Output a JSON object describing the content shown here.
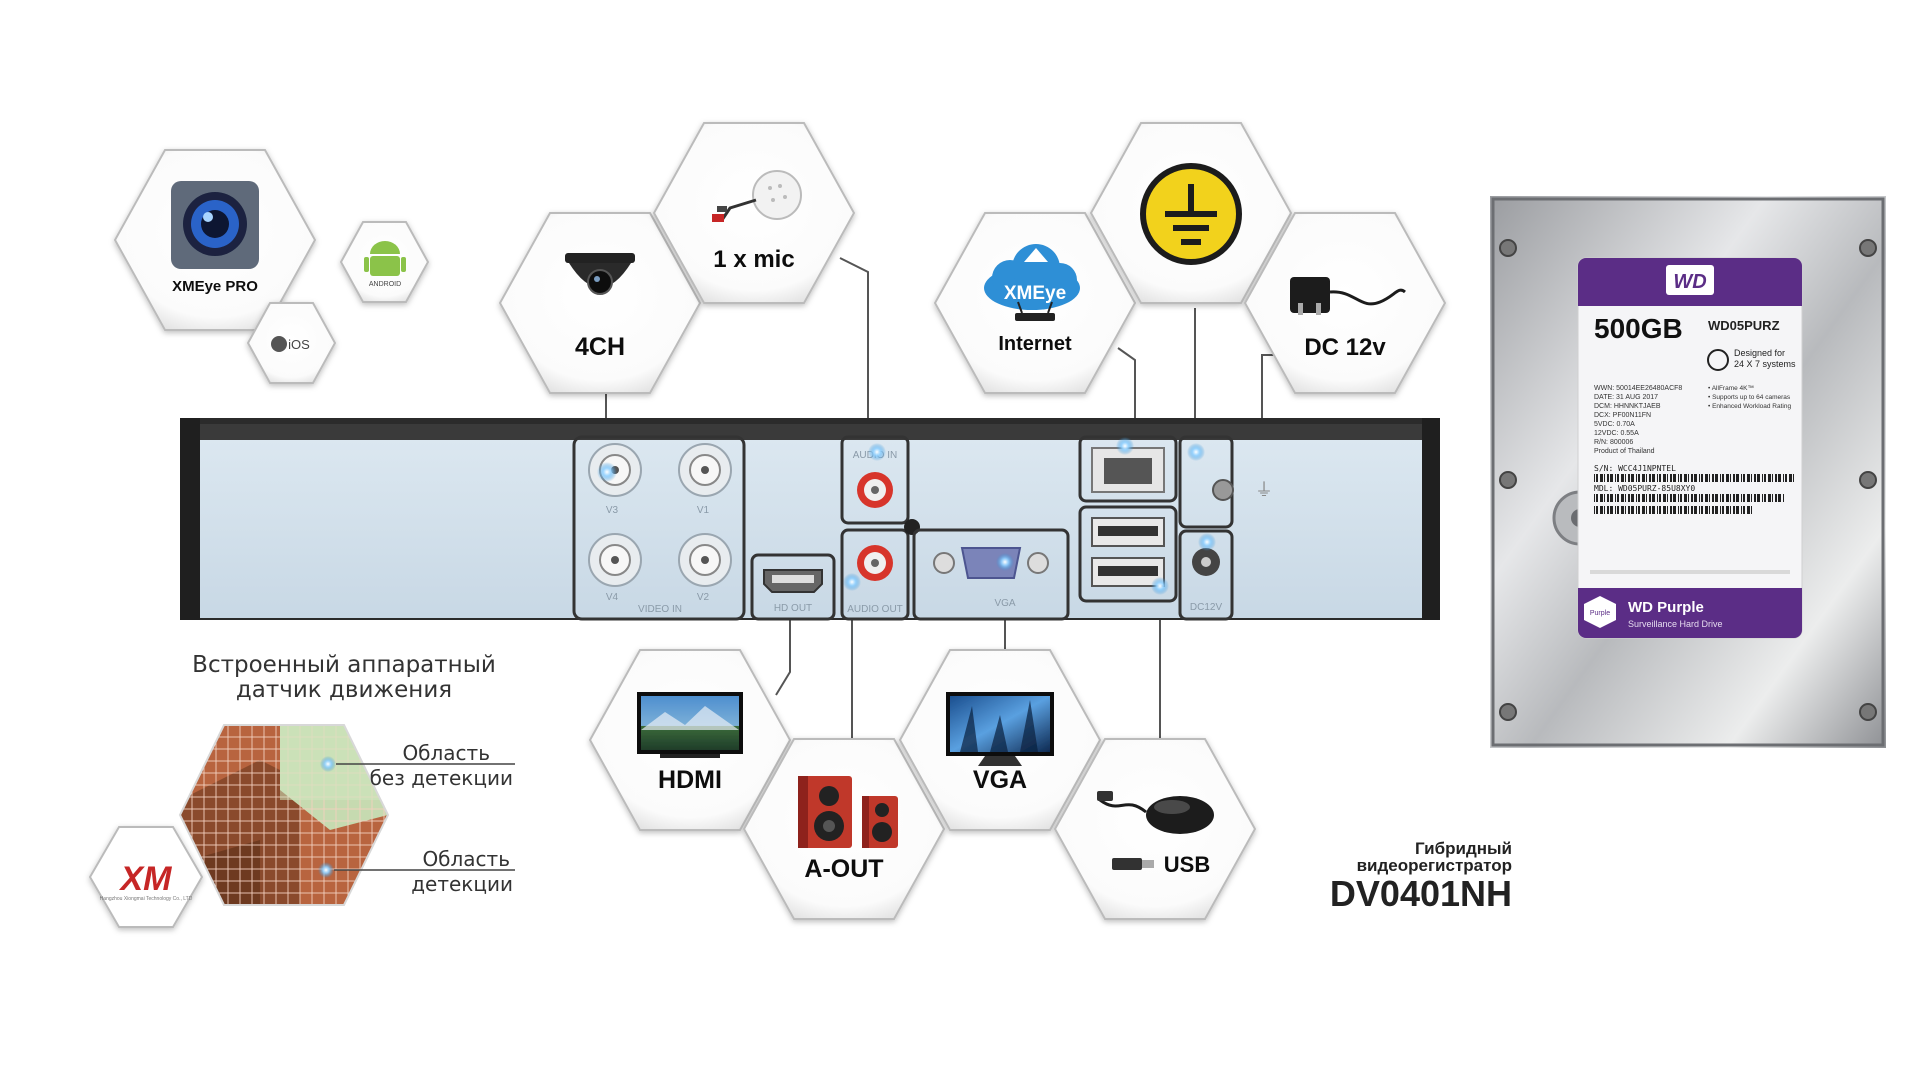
{
  "apps": {
    "xmeye_pro": "XMEye PRO",
    "ios": "iOS",
    "android": "ANDROID"
  },
  "hexes": {
    "camera": "4CH",
    "mic": "1 x mic",
    "internet_cloud": "XMEye",
    "internet": "Internet",
    "dc": "DC 12v",
    "hdmi": "HDMI",
    "aout": "A-OUT",
    "vga": "VGA",
    "usb": "USB"
  },
  "dvr_ports": {
    "v1": "V1",
    "v2": "V2",
    "v3": "V3",
    "v4": "V4",
    "video_in": "VIDEO IN",
    "audio_in": "AUDIO IN",
    "audio_out": "AUDIO OUT",
    "hdmi": "HD OUT",
    "vga": "VGA",
    "dc": "DC12V"
  },
  "motion": {
    "title_line1": "Встроенный аппаратный",
    "title_line2": "датчик движения",
    "no_detect_1": "Область",
    "no_detect_2": "без детекции",
    "detect_1": "Область",
    "detect_2": "детекции",
    "brand": "XM",
    "brand_sub": "Hangzhou Xiongmai Technology Co., LTD"
  },
  "hdd": {
    "brand": "WD",
    "capacity": "500GB",
    "model": "WD05PURZ",
    "designed_1": "Designed for",
    "designed_2": "24 X 7 systems",
    "product_name": "WD Purple",
    "product_sub": "Surveillance Hard Drive",
    "badge": "Purple",
    "label_lines": [
      "WWN: 50014EE26480ACF8",
      "DATE: 31 AUG 2017",
      "DCM: HHNNKTJAEB",
      "DCX: PF00N11FN",
      "5VDC: 0.70A",
      "12VDC: 0.55A",
      "R/N: 800006",
      "Product of Thailand"
    ],
    "serial": "S/N: WCC4J1NPNTEL",
    "mdl": "MDL: WD05PURZ-85U8XY0",
    "features": [
      "AllFrame 4K™",
      "Supports up to 64 cameras",
      "Enhanced Workload Rating"
    ]
  },
  "title": {
    "line1": "Гибридный",
    "line2": "видеорегистратор",
    "model": "DV0401NH"
  },
  "colors": {
    "hdd_purple": "#5b2d86",
    "ground_yellow": "#f2d21a",
    "panel_blue": "#d3e1ec",
    "cloud_blue": "#2e8fd6"
  }
}
